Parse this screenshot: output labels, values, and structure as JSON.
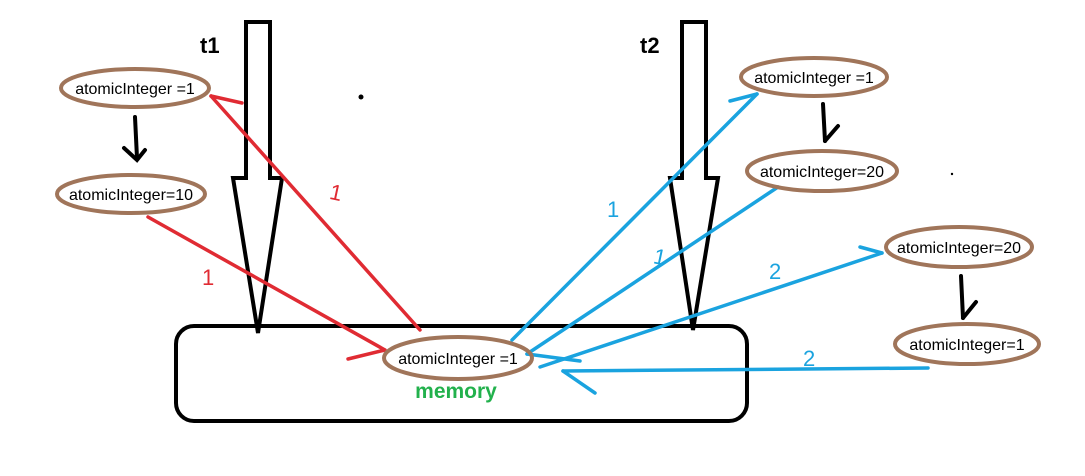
{
  "threads": {
    "t1": {
      "label": "t1"
    },
    "t2": {
      "label": "t2"
    }
  },
  "memory": {
    "label": "memory",
    "value": "atomicInteger =1"
  },
  "t1_nodes": {
    "read": "atomicInteger =1",
    "modified": "atomicInteger=10"
  },
  "t2_nodes": {
    "read1": "atomicInteger =1",
    "modified1": "atomicInteger=20",
    "read2": "atomicInteger=20",
    "modified2": "atomicInteger=1"
  },
  "steps": {
    "t1_read": "1",
    "t1_write": "1",
    "t2_read": "1",
    "t2_write": "1",
    "t2_read2": "2",
    "t2_write2": "2"
  },
  "colors": {
    "ellipse_border": "#a0755a",
    "t1_arrow": "#e02b33",
    "t2_arrow": "#1aa3df",
    "memory_text": "#22b14c",
    "outline": "#000000"
  }
}
